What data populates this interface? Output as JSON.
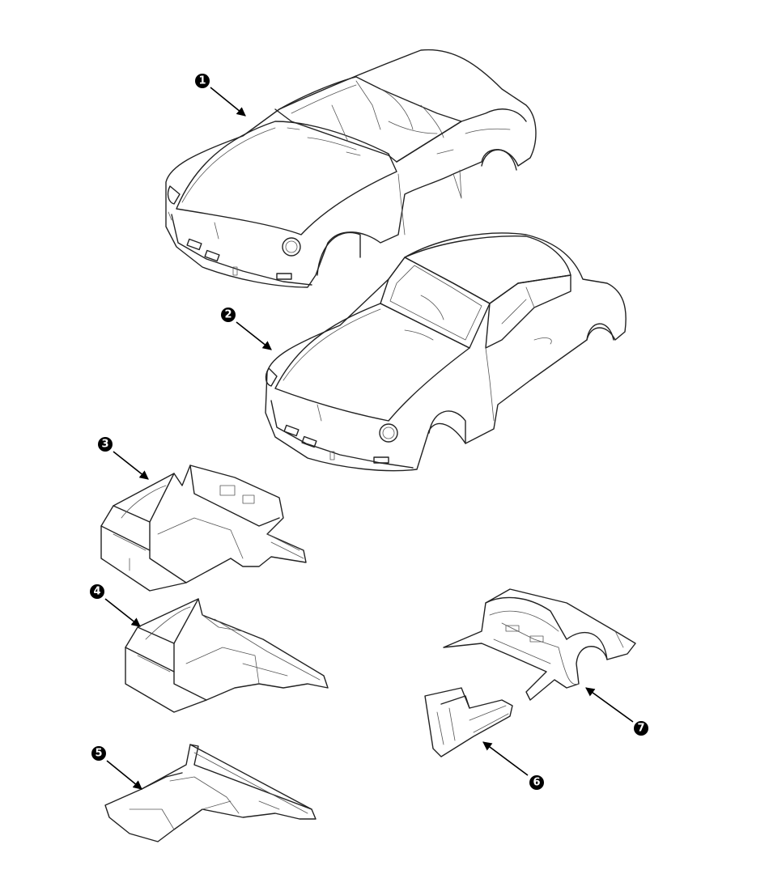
{
  "callouts": [
    {
      "id": "1",
      "label": "1",
      "part": "roadster-body-shell"
    },
    {
      "id": "2",
      "label": "2",
      "part": "gt-body-shell"
    },
    {
      "id": "3",
      "label": "3",
      "part": "front-end-assembly-with-bulkhead"
    },
    {
      "id": "4",
      "label": "4",
      "part": "front-end-assembly"
    },
    {
      "id": "5",
      "label": "5",
      "part": "front-chassis-frame"
    },
    {
      "id": "6",
      "label": "6",
      "part": "sill-and-door-post-panel"
    },
    {
      "id": "7",
      "label": "7",
      "part": "rear-floor-and-wheel-arch-assembly"
    }
  ],
  "colors": {
    "line": "#222222",
    "badge": "#000000",
    "badge_text": "#ffffff",
    "background": "#ffffff"
  }
}
